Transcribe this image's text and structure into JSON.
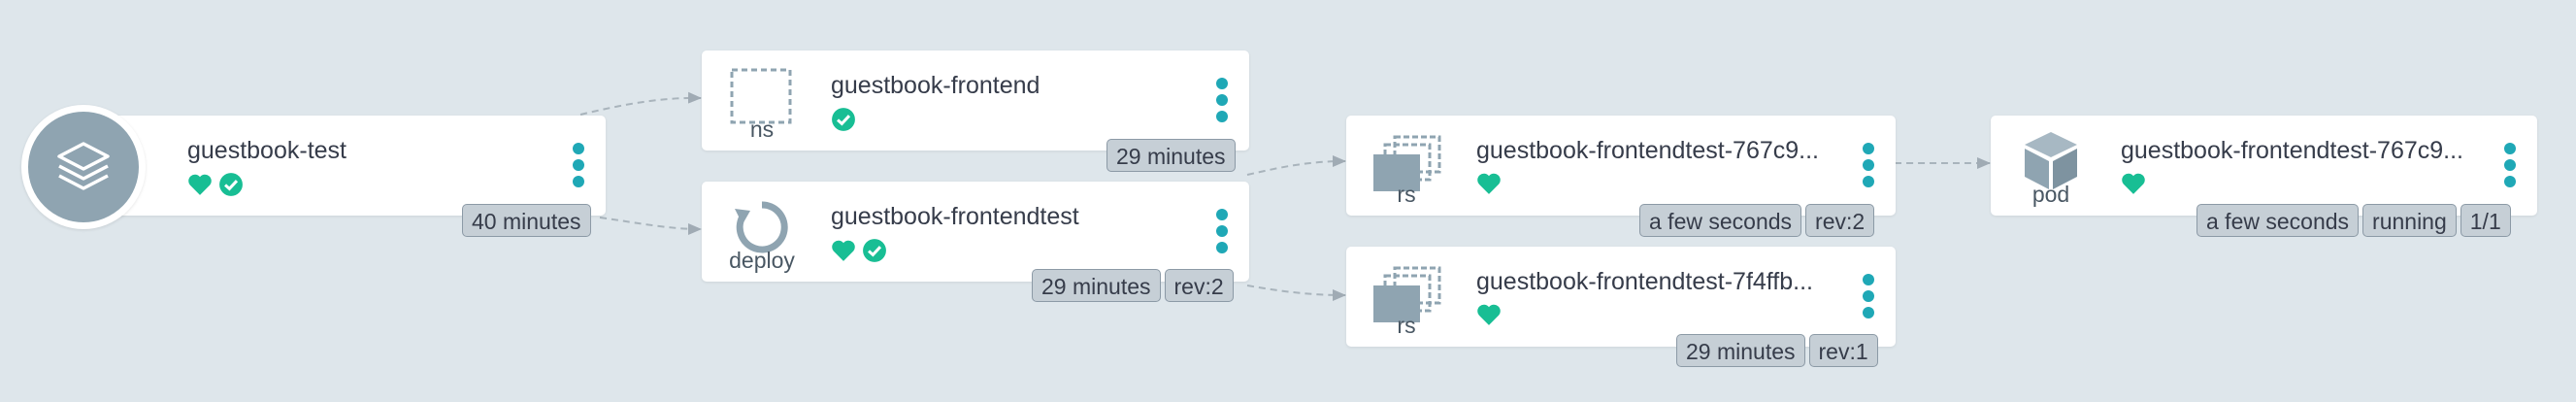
{
  "colors": {
    "background": "#dee6eb",
    "health": "#18be94",
    "synced": "#18be94",
    "menu_dots": "#1fa8b6",
    "icon_gray": "#8fa4b1",
    "tag_bg": "#c6cfd6",
    "edge": "#a9b4bc"
  },
  "nodes": {
    "app": {
      "title": "guestbook-test",
      "icon": "layers-icon",
      "status": [
        "heart-icon",
        "check-circle-icon"
      ],
      "tags": [
        "40 minutes"
      ]
    },
    "ns": {
      "title": "guestbook-frontend",
      "kind": "ns",
      "icon": "namespace-icon",
      "status": [
        "check-circle-icon"
      ],
      "tags": [
        "29 minutes"
      ]
    },
    "deploy": {
      "title": "guestbook-frontendtest",
      "kind": "deploy",
      "icon": "sync-icon",
      "status": [
        "heart-icon",
        "check-circle-icon"
      ],
      "tags": [
        "29 minutes",
        "rev:2"
      ]
    },
    "rs1": {
      "title": "guestbook-frontendtest-767c9...",
      "kind": "rs",
      "icon": "replicaset-icon",
      "status": [
        "heart-icon"
      ],
      "tags": [
        "a few seconds",
        "rev:2"
      ]
    },
    "rs2": {
      "title": "guestbook-frontendtest-7f4ffb...",
      "kind": "rs",
      "icon": "replicaset-icon",
      "status": [
        "heart-icon"
      ],
      "tags": [
        "29 minutes",
        "rev:1"
      ]
    },
    "pod": {
      "title": "guestbook-frontendtest-767c9...",
      "kind": "pod",
      "icon": "cube-icon",
      "status": [
        "heart-icon"
      ],
      "tags": [
        "a few seconds",
        "running",
        "1/1"
      ]
    }
  }
}
